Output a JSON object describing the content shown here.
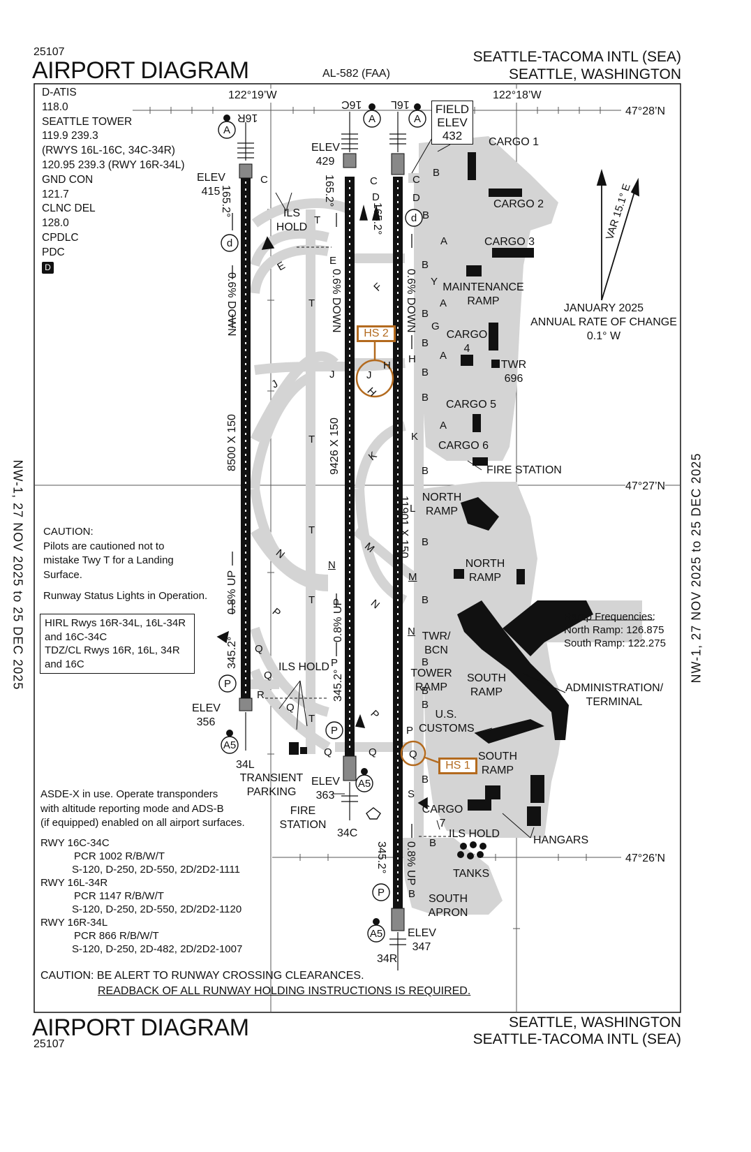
{
  "header": {
    "procedure_number": "25107",
    "title": "AIRPORT DIAGRAM",
    "al_number": "AL-582 (FAA)",
    "airport_name": "SEATTLE-TACOMA INTL (SEA)",
    "city_state": "SEATTLE, WASHINGTON"
  },
  "footer": {
    "procedure_number": "25107",
    "title": "AIRPORT DIAGRAM",
    "city_state": "SEATTLE, WASHINGTON",
    "airport_name": "SEATTLE-TACOMA INTL (SEA)"
  },
  "cycle_text": "NW-1, 27 NOV 2025 to 25 DEC 2025",
  "frequencies": [
    "D-ATIS",
    "118.0",
    "SEATTLE TOWER",
    "119.9 239.3",
    "(RWYS 16L-16C, 34C-34R)",
    "120.95 239.3 (RWY 16R-34L)",
    "GND CON",
    "121.7",
    "CLNC DEL",
    "128.0",
    "CPDLC",
    "PDC"
  ],
  "pdc_badge": "D",
  "coords": {
    "lon_left": "122°19’W",
    "lon_right": "122°18’W",
    "lat_top": "47°28’N",
    "lat_mid": "47°27’N",
    "lat_bottom": "47°26’N"
  },
  "field_elev": {
    "label_1": "FIELD",
    "label_2": "ELEV",
    "value": "432"
  },
  "magvar": {
    "var_label": "VAR 15.1° E",
    "date": "JANUARY 2025",
    "rate_label": "ANNUAL RATE OF CHANGE",
    "rate": "0.1° W"
  },
  "runways": [
    {
      "id": "16R-34L",
      "north_end": "16R",
      "south_end": "34L",
      "dimensions": "8500 X 150",
      "north_elev_label": "ELEV",
      "north_elev": "415",
      "south_elev_label": "ELEV",
      "south_elev": "356",
      "north_heading": "165.2°",
      "south_heading": "345.2°",
      "north_gradient": "0.6% DOWN",
      "south_gradient": "0.8% UP"
    },
    {
      "id": "16C-34C",
      "north_end": "16C",
      "south_end": "34C",
      "dimensions": "9426 X 150",
      "north_elev_label": "ELEV",
      "north_elev": "429",
      "south_elev_label": "ELEV",
      "south_elev": "363",
      "north_heading": "165.2°",
      "south_heading": "345.2°",
      "north_gradient": "0.6% DOWN",
      "south_gradient": "0.8% UP"
    },
    {
      "id": "16L-34R",
      "north_end": "16L",
      "south_end": "34R",
      "dimensions": "11901 X 150",
      "north_elev_label": "",
      "north_elev": "",
      "south_elev_label": "ELEV",
      "south_elev": "347",
      "north_heading": "165.2°",
      "south_heading": "345.2°",
      "north_gradient": "0.6% DOWN",
      "south_gradient": "0.8% UP"
    }
  ],
  "hot_spots": [
    "HS 1",
    "HS 2"
  ],
  "ils_hold": "ILS HOLD",
  "ils_hold_split": [
    "ILS",
    "HOLD"
  ],
  "hold_markers": {
    "a": "A",
    "a5": "A5",
    "d": "d",
    "p": "P"
  },
  "areas": [
    "CARGO 1",
    "CARGO 2",
    "CARGO 3",
    "MAINTENANCE",
    "RAMP",
    "CARGO",
    "4",
    "TWR",
    "696",
    "CARGO 5",
    "CARGO 6",
    "FIRE STATION",
    "NORTH",
    "RAMP",
    "NORTH",
    "RAMP",
    "TWR/",
    "BCN",
    "TOWER",
    "RAMP",
    "SOUTH",
    "RAMP",
    "ADMINISTRATION/",
    "TERMINAL",
    "U.S.",
    "CUSTOMS",
    "SOUTH",
    "RAMP",
    "CARGO",
    "7",
    "HANGARS",
    "TANKS",
    "SOUTH",
    "APRON",
    "TRANSIENT",
    "PARKING",
    "FIRE",
    "STATION"
  ],
  "ramp_frequencies": {
    "title": "Ramp Frequencies:",
    "north": "North Ramp: 126.875",
    "south": "South Ramp: 122.275"
  },
  "taxiways": [
    "A",
    "B",
    "C",
    "D",
    "E",
    "F",
    "G",
    "H",
    "J",
    "K",
    "L",
    "M",
    "N",
    "P",
    "Q",
    "R",
    "S",
    "T",
    "Y"
  ],
  "caution_1": {
    "title": "CAUTION:",
    "lines": [
      "Pilots are cautioned not to",
      "mistake Twy T for a Landing",
      "Surface."
    ],
    "status": "Runway Status Lights in Operation."
  },
  "lighting_box": [
    "HIRL Rwys 16R-34L, 16L-34R",
    "and 16C-34C",
    "TDZ/CL Rwys 16R, 16L, 34R",
    "and 16C"
  ],
  "asde": [
    "ASDE-X in use. Operate transponders",
    "with altitude reporting mode and ADS-B",
    "(if equipped) enabled on all airport surfaces."
  ],
  "pcr": [
    {
      "rwy": "RWY 16C-34C",
      "pcr": "PCR 1002 R/B/W/T",
      "weights": "S-120, D-250, 2D-550, 2D/2D2-1111"
    },
    {
      "rwy": "RWY 16L-34R",
      "pcr": "PCR 1147 R/B/W/T",
      "weights": "S-120, D-250, 2D-550, 2D/2D2-1120"
    },
    {
      "rwy": "RWY 16R-34L",
      "pcr": "PCR 866 R/B/W/T",
      "weights": "S-120, D-250, 2D-482, 2D/2D2-1007"
    }
  ],
  "caution_2": "CAUTION: BE ALERT TO RUNWAY CROSSING CLEARANCES.",
  "readback": "READBACK OF ALL RUNWAY HOLDING INSTRUCTIONS IS REQUIRED."
}
